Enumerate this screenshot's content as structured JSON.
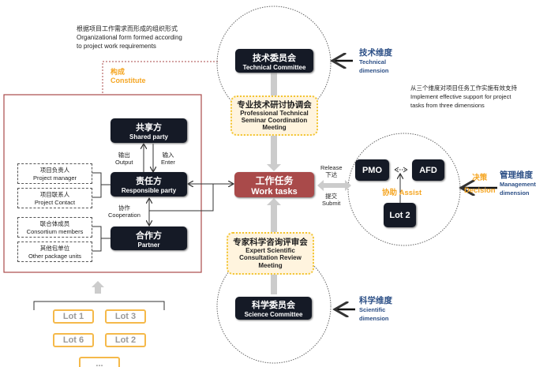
{
  "intro": {
    "zh": "根据项目工作需求而形成的组织形式",
    "en1": "Organizational form formed according",
    "en2": "to project work requirements"
  },
  "constitute": {
    "zh": "构成",
    "en": "Constitute"
  },
  "shared": {
    "zh": "共享方",
    "en": "Shared party"
  },
  "responsible": {
    "zh": "责任方",
    "en": "Responsible party"
  },
  "partner": {
    "zh": "合作方",
    "en": "Partner"
  },
  "output": {
    "zh": "输出",
    "en": "Output"
  },
  "enter": {
    "zh": "输入",
    "en": "Enter"
  },
  "cooperation": {
    "zh": "协作",
    "en": "Cooperation"
  },
  "members": [
    {
      "zh": "项目负责人",
      "en": "Project manager"
    },
    {
      "zh": "项目联系人",
      "en": "Project Contact"
    },
    {
      "zh": "联合体成员",
      "en": "Consortium members"
    },
    {
      "zh": "其他包单位",
      "en": "Other package units"
    }
  ],
  "lots": [
    "Lot 1",
    "Lot 3",
    "Lot 6",
    "Lot 2",
    "..."
  ],
  "tech_committee": {
    "zh": "技术委员会",
    "en": "Technical Committee"
  },
  "seminar": {
    "zh": "专业技术研讨协调会",
    "en1": "Professional Technical",
    "en2": "Seminar Coordination",
    "en3": "Meeting"
  },
  "work_tasks": {
    "zh": "工作任务",
    "en": "Work tasks"
  },
  "expert": {
    "zh": "专家科学咨询评审会",
    "en1": "Expert Scientific",
    "en2": "Consultation Review",
    "en3": "Meeting"
  },
  "science_committee": {
    "zh": "科学委员会",
    "en": "Science Committee"
  },
  "release": {
    "en": "Release",
    "zh": "下达"
  },
  "submit": {
    "zh": "提交",
    "en": "Submit"
  },
  "pmo": "PMO",
  "afd": "AFD",
  "lot2": "Lot 2",
  "assist": {
    "zh": "协助",
    "en": "Assist"
  },
  "decision": {
    "zh": "决策",
    "en": "Decision"
  },
  "tech_dim": {
    "zh": "技术维度",
    "en1": "Technical",
    "en2": "dimension"
  },
  "mgmt_dim": {
    "zh": "管理维度",
    "en1": "Management",
    "en2": "dimension"
  },
  "sci_dim": {
    "zh": "科学维度",
    "en1": "Scientific",
    "en2": "dimension"
  },
  "support": {
    "zh": "从三个维度对项目任务工作实施有效支持",
    "en1": "Implement effective support for project",
    "en2": "tasks from three dimensions"
  },
  "colors": {
    "dark": "#151a26",
    "red": "#a94a4a",
    "orange": "#f5a623",
    "blue": "#2c4f86",
    "yellow_bg": "#fff4de"
  }
}
